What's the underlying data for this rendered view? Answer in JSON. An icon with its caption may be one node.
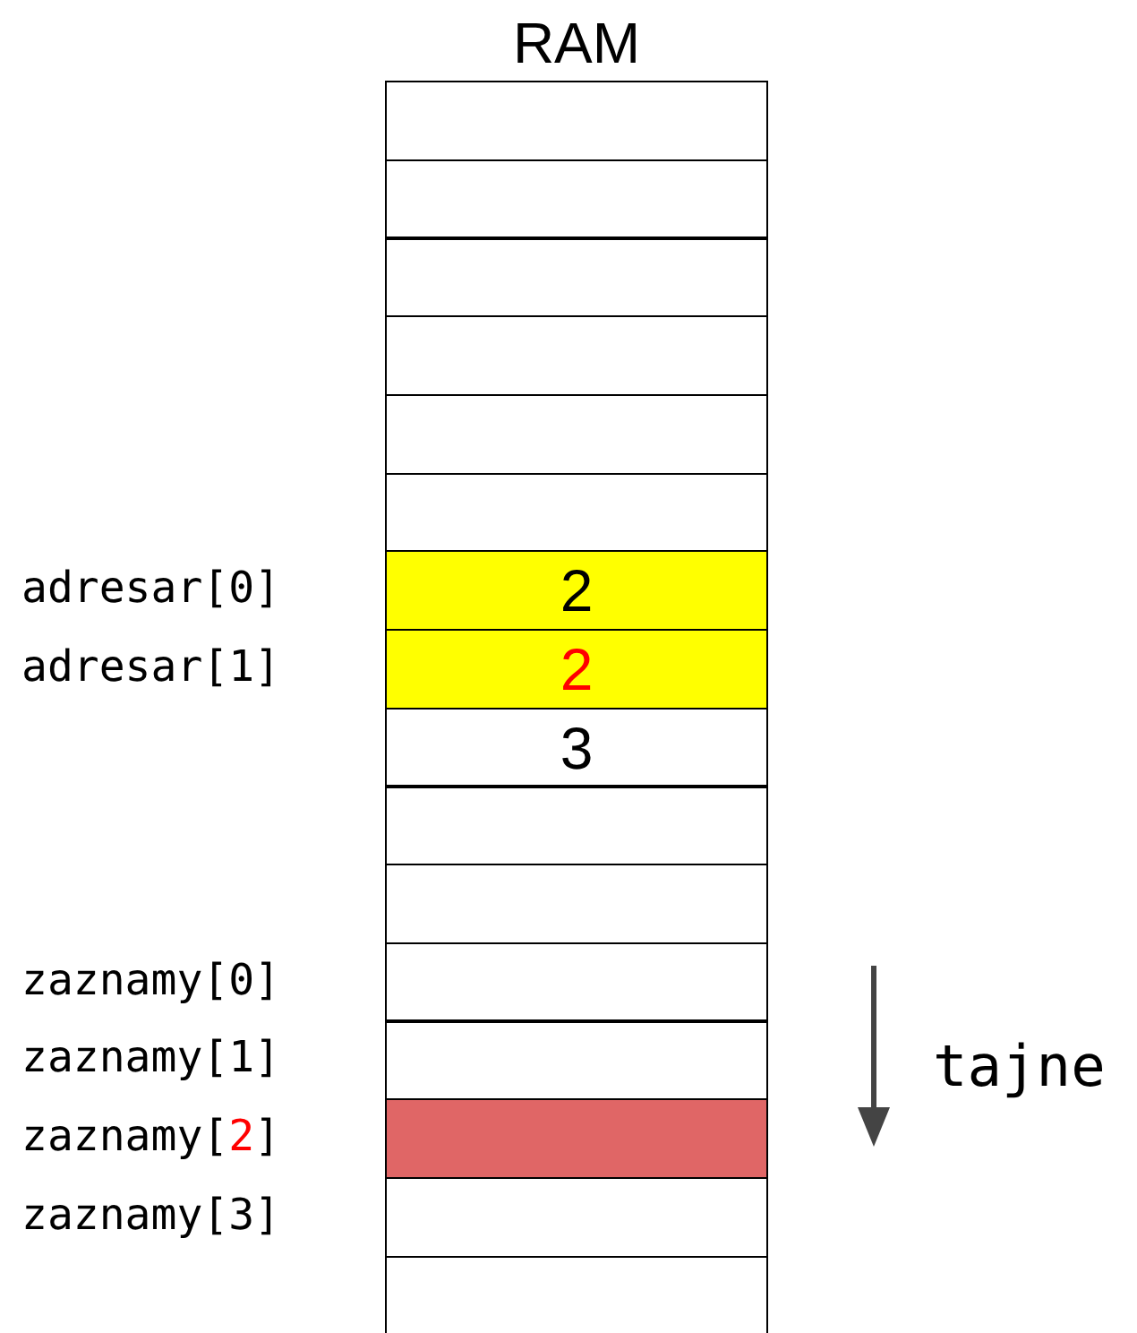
{
  "diagram": {
    "nodes": [
      {
        "text": [
          "RAM"
        ]
      },
      {
        "text": [],
        "shape": "box",
        "in": 0
      },
      {
        "text": [],
        "shape": "box",
        "in": 0
      },
      {
        "text": [],
        "shape": "box",
        "in": 0
      },
      {
        "text": [],
        "shape": "box",
        "in": 0
      },
      {
        "text": [],
        "shape": "box",
        "in": 0
      },
      {
        "text": [],
        "shape": "box",
        "in": 0
      },
      {
        "text": [
          "2"
        ],
        "in": 0
      },
      {
        "text": [
          "2"
        ],
        "in": 0
      },
      {
        "text": [
          "3"
        ],
        "in": 0
      },
      {
        "text": [],
        "shape": "box",
        "in": 0
      },
      {
        "text": [],
        "shape": "box",
        "in": 0
      },
      {
        "text": [],
        "shape": "box",
        "in": 0
      },
      {
        "text": [],
        "shape": "box",
        "in": 0
      },
      {
        "text": [],
        "shape": "box",
        "in": 0
      },
      {
        "text": [],
        "shape": "box",
        "in": 0
      },
      {
        "text": [],
        "shape": "box",
        "in": 0
      }
    ],
    "labels": [
      "adresar[0]",
      "adresar[1]",
      "zaznamy[0]",
      "zaznamy[1]",
      "zaznamy[2]",
      "zaznamy[3]",
      "tajne"
    ]
  }
}
